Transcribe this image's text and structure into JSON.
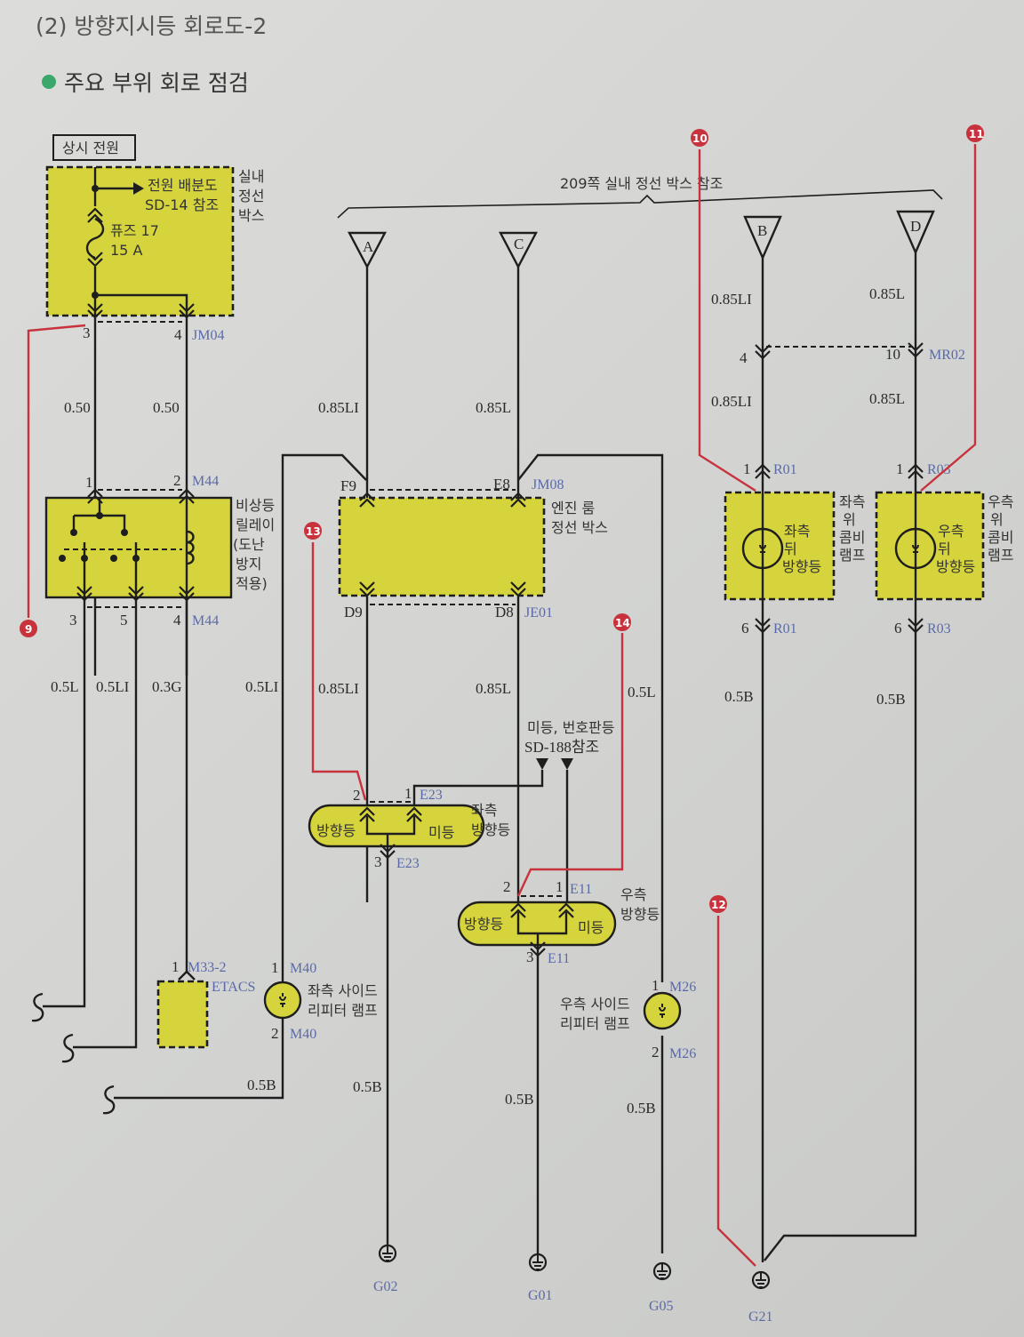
{
  "header": {
    "title": "(2) 방향지시등 회로도-2",
    "section": "주요 부위 회로 점검"
  },
  "colors": {
    "component_fill": "#d6d43c",
    "check_marker": "#c8323c",
    "connector_text": "#5a6aa8",
    "bullet": "#3aa86a"
  },
  "power": {
    "label": "상시 전원",
    "box_label": [
      "실내",
      "정선",
      "박스"
    ],
    "ref": [
      "전원 배분도",
      "SD-14 참조"
    ],
    "fuse": [
      "퓨즈 17",
      "15 A"
    ],
    "pin_a": "3",
    "pin_b": "4",
    "connector": "JM04",
    "wire_a": "0.50",
    "wire_b": "0.50"
  },
  "relay": {
    "label": [
      "비상등",
      "릴레이",
      "(도난",
      "방지",
      "적용)"
    ],
    "top_pins": [
      "1",
      "2"
    ],
    "top_connector": "M44",
    "bottom_pins": [
      "3",
      "5",
      "4"
    ],
    "bottom_connector": "M44",
    "wires": [
      "0.5L",
      "0.5LI",
      "0.3G",
      "0.5LI"
    ]
  },
  "etacs": {
    "pin": "1",
    "connector": "M33-2",
    "label": "ETACS"
  },
  "left_repeater": {
    "pin1": "1",
    "pin2": "2",
    "connector": "M40",
    "label": [
      "좌측 사이드",
      "리피터 램프"
    ],
    "wire": "0.5B"
  },
  "junction_ref": "209쪽 실내 정선 박스 참조",
  "terminals": [
    "A",
    "C",
    "B",
    "D"
  ],
  "engine_box": {
    "label": [
      "엔진 룸",
      "정선 박스"
    ],
    "pins_top": [
      "F9",
      "E8"
    ],
    "top_connector": "JM08",
    "pins_bottom": [
      "D9",
      "D8"
    ],
    "bottom_connector": "JE01",
    "wires_in": [
      "0.85LI",
      "0.85L"
    ],
    "wires_out": [
      "0.85LI",
      "0.85L",
      "0.5L"
    ]
  },
  "tail_ref": [
    "미등, 번호판등",
    "SD-188참조"
  ],
  "left_turn": {
    "pins": [
      "2",
      "1",
      "3"
    ],
    "connector": "E23",
    "inner": [
      "방향등",
      "미등"
    ],
    "label": [
      "좌측",
      "방향등"
    ]
  },
  "right_turn": {
    "pins": [
      "2",
      "1",
      "3"
    ],
    "connector": "E11",
    "inner": [
      "방향등",
      "미등"
    ],
    "label": [
      "우측",
      "방향등"
    ]
  },
  "right_repeater": {
    "pin1": "1",
    "pin2": "2",
    "connector": "M26",
    "label": [
      "우측 사이드",
      "리피터 램프"
    ]
  },
  "rear_left": {
    "wire_in": "0.85LI",
    "mid_pin": "4",
    "wire_mid": "0.85LI",
    "pin_in": "1",
    "pin_out": "6",
    "connector": "R01",
    "inner": [
      "좌측",
      "뒤",
      "방향등"
    ],
    "side": [
      "좌측",
      "위",
      "콤비",
      "램프"
    ],
    "wire_out": "0.5B"
  },
  "rear_right": {
    "wire_in": "0.85L",
    "mid_pin": "10",
    "mid_connector": "MR02",
    "wire_mid": "0.85L",
    "pin_in": "1",
    "pin_out": "6",
    "connector": "R03",
    "inner": [
      "우측",
      "뒤",
      "방향등"
    ],
    "side": [
      "우측",
      "위",
      "콤비",
      "램프"
    ],
    "wire_out": "0.5B"
  },
  "ground_wires": [
    "0.5B",
    "0.5B",
    "0.5B"
  ],
  "grounds": [
    "G02",
    "G01",
    "G05",
    "G21"
  ],
  "check_markers": [
    "9",
    "10",
    "11",
    "12",
    "13",
    "14"
  ]
}
